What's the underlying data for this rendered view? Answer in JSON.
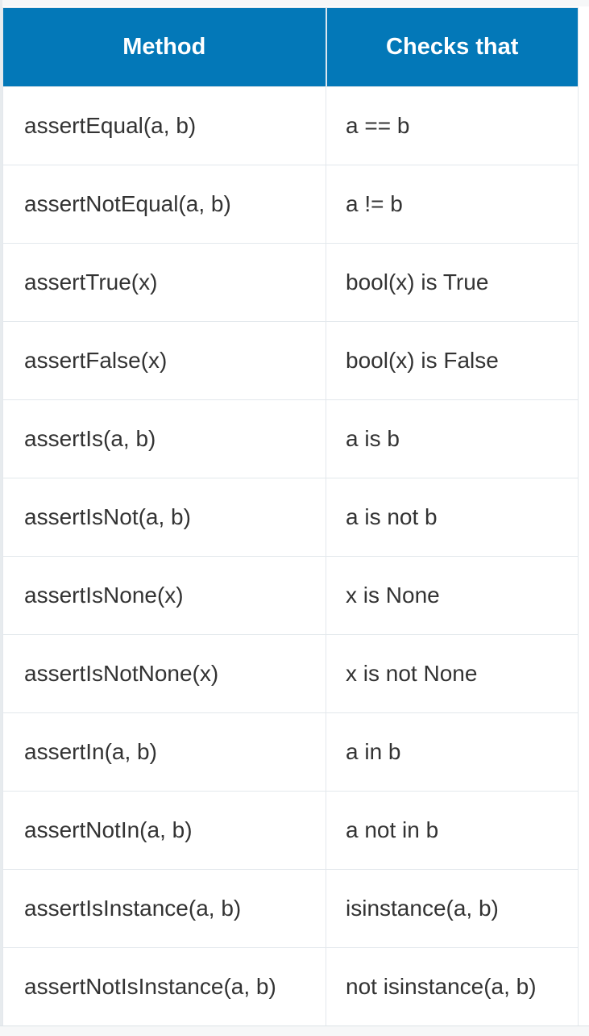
{
  "table": {
    "headers": {
      "method": "Method",
      "checks": "Checks that"
    },
    "rows": [
      {
        "method": "assertEqual(a, b)",
        "checks": "a == b"
      },
      {
        "method": "assertNotEqual(a, b)",
        "checks": "a != b"
      },
      {
        "method": "assertTrue(x)",
        "checks": "bool(x) is True"
      },
      {
        "method": "assertFalse(x)",
        "checks": "bool(x) is False"
      },
      {
        "method": "assertIs(a, b)",
        "checks": "a is b"
      },
      {
        "method": "assertIsNot(a, b)",
        "checks": "a is not b"
      },
      {
        "method": "assertIsNone(x)",
        "checks": "x is None"
      },
      {
        "method": "assertIsNotNone(x)",
        "checks": "x is not None"
      },
      {
        "method": "assertIn(a, b)",
        "checks": "a in b"
      },
      {
        "method": "assertNotIn(a, b)",
        "checks": "a not in b"
      },
      {
        "method": "assertIsInstance(a, b)",
        "checks": "isinstance(a, b)"
      },
      {
        "method": "assertNotIsInstance(a, b)",
        "checks": "not isinstance(a, b)"
      }
    ]
  },
  "colors": {
    "header_background": "#0378b8",
    "header_text": "#ffffff",
    "cell_text": "#333333",
    "border": "#e3e8ec"
  }
}
